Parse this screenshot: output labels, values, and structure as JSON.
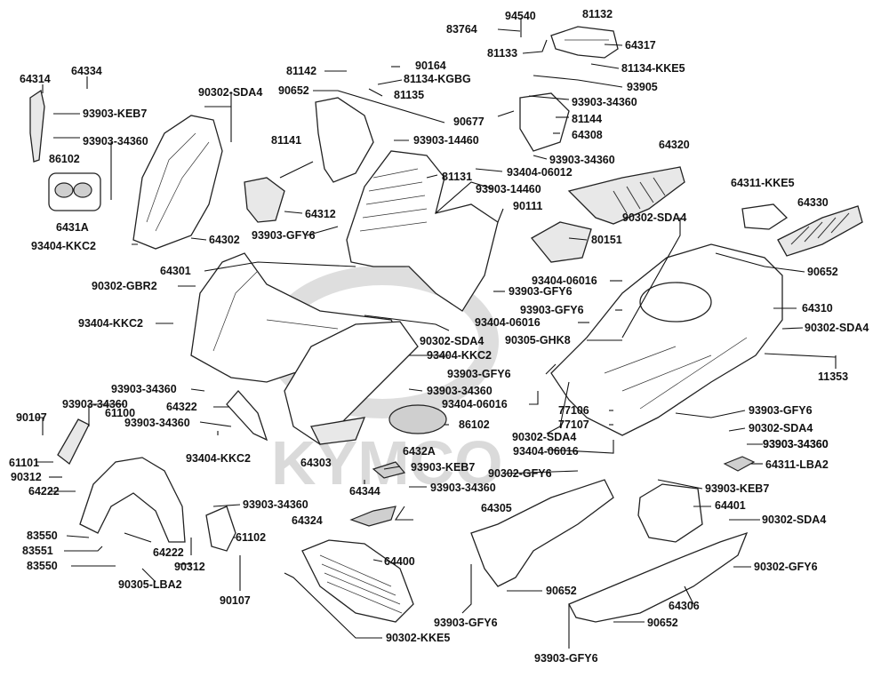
{
  "watermark": "KYMCO",
  "labels": [
    "83764",
    "94540",
    "81132",
    "81133",
    "64317",
    "81134-KKE5",
    "64314",
    "64334",
    "81142",
    "90164",
    "81134-KGBG",
    "90652",
    "81135",
    "90302-SDA4",
    "93905",
    "93903-KEB7",
    "93903-34360",
    "90677",
    "81144",
    "81141",
    "93903-14460",
    "64308",
    "86102",
    "93903-34360",
    "64320",
    "93903-34360",
    "93404-06012",
    "81131",
    "64311-KKE5",
    "6431A",
    "93903-14460",
    "64330",
    "64312",
    "90111",
    "90302-SDA4",
    "93404-KKC2",
    "64302",
    "93903-GFY6",
    "80151",
    "64301",
    "90652",
    "90302-GBR2",
    "93404-06016",
    "93903-GFY6",
    "64310",
    "93404-KKC2",
    "93903-GFY6",
    "90302-SDA4",
    "93404-06016",
    "90302-SDA4",
    "90305-GHK8",
    "93404-KKC2",
    "93903-GFY6",
    "11353",
    "93903-34360",
    "93903-34360",
    "64322",
    "93903-34360",
    "93404-06016",
    "77106",
    "93903-GFY6",
    "90107",
    "93903-34360",
    "86102",
    "77107",
    "90302-SDA4",
    "61100",
    "93903-34360",
    "90302-SDA4",
    "93903-34360",
    "93404-KKC2",
    "93404-06016",
    "61101",
    "64303",
    "6432A",
    "64311-LBA2",
    "90312",
    "93903-KEB7",
    "90302-GFY6",
    "64222",
    "64344",
    "93903-34360",
    "93903-KEB7",
    "93903-34360",
    "64305",
    "64401",
    "64324",
    "90302-SDA4",
    "83550",
    "61102",
    "83551",
    "64222",
    "64400",
    "90302-GFY6",
    "83550",
    "90312",
    "90305-LBA2",
    "90652",
    "64306",
    "90107",
    "93903-GFY6",
    "90652",
    "90302-KKE5",
    "93903-GFY6"
  ]
}
